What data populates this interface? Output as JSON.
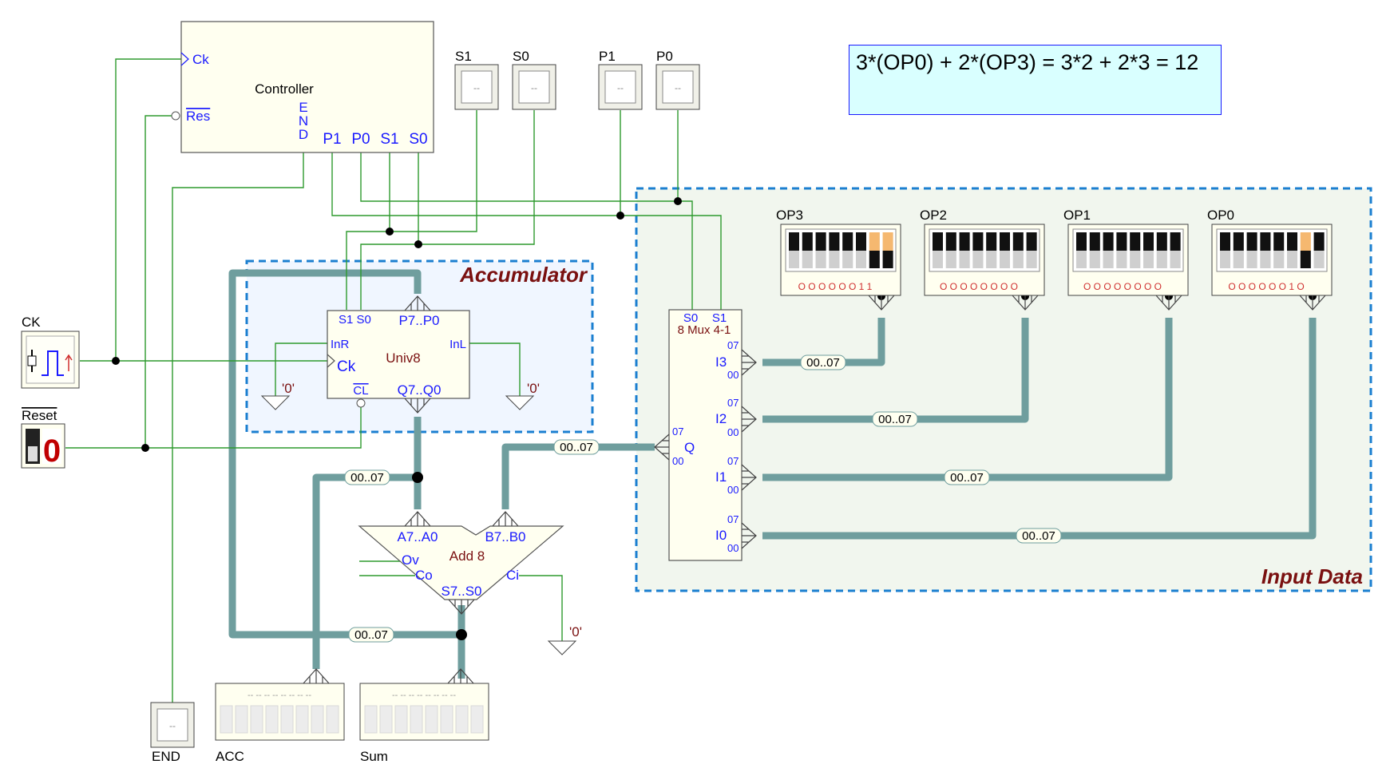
{
  "annotation": "3*(OP0) + 2*(OP3) = 3*2 + 2*3 = 12",
  "regions": {
    "accumulator": "Accumulator",
    "input_data": "Input Data"
  },
  "controller": {
    "title": "Controller",
    "ck": "Ck",
    "res": "Res",
    "end": "E N D",
    "p1": "P1",
    "p0": "P0",
    "s1": "S1",
    "s0": "S0"
  },
  "inputs": {
    "ck": "CK",
    "reset": "Reset",
    "reset_display": "0"
  },
  "probes": {
    "s1": "S1",
    "s0": "S0",
    "p1": "P1",
    "p0": "P0",
    "end": "END",
    "probe_value": "--"
  },
  "univ8": {
    "title": "Univ8",
    "s1s0": "S1 S0",
    "p": "P7..P0",
    "inr": "InR",
    "inl": "InL",
    "ck": "Ck",
    "cl": "CL",
    "q": "Q7..Q0",
    "zero_left": "'0'",
    "zero_right": "'0'"
  },
  "adder": {
    "title": "Add 8",
    "a": "A7..A0",
    "b": "B7..B0",
    "ov": "Ov",
    "co": "Co",
    "ci": "Ci",
    "s": "S7..S0",
    "zero": "'0'"
  },
  "mux": {
    "title": "8 Mux 4-1",
    "s0": "S0",
    "s1": "S1",
    "i3": "I3",
    "i2": "I2",
    "i1": "I1",
    "i0": "I0",
    "q": "Q",
    "b07": "07",
    "b00": "00"
  },
  "bus_label": "00..07",
  "switches": [
    {
      "name": "OP3",
      "bits": "O O O O O O 1 1",
      "on": [
        6,
        7
      ]
    },
    {
      "name": "OP2",
      "bits": "O O O O O O O O",
      "on": []
    },
    {
      "name": "OP1",
      "bits": "O O O O O O O O",
      "on": []
    },
    {
      "name": "OP0",
      "bits": "O O O O O O 1 O",
      "on": [
        6
      ]
    }
  ],
  "displays": {
    "acc": "ACC",
    "sum": "Sum",
    "dashes": "-- -- -- -- -- -- -- --"
  }
}
